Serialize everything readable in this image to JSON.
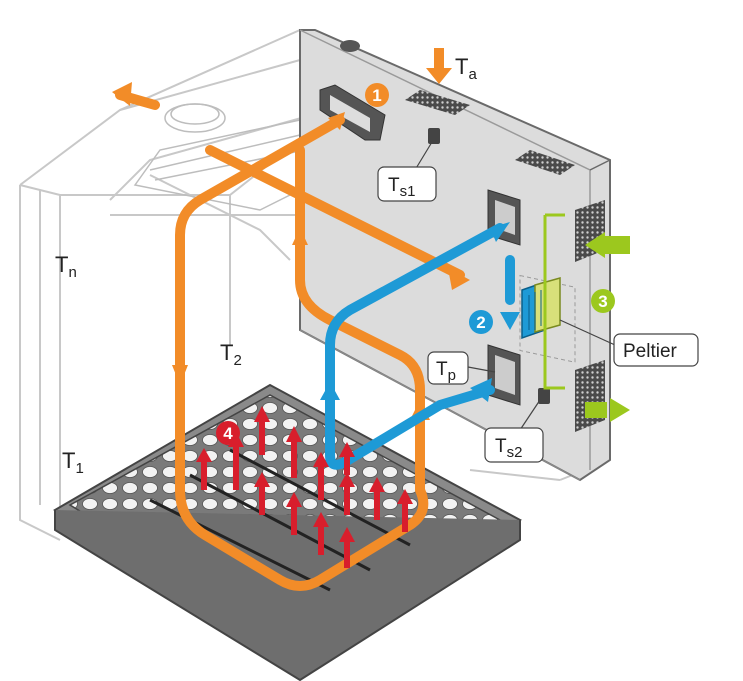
{
  "labels": {
    "ta_main": "T",
    "ta_sub": "a",
    "tn_main": "T",
    "tn_sub": "n",
    "t2_main": "T",
    "t2_sub": "2",
    "t1_main": "T",
    "t1_sub": "1",
    "ts1_main": "T",
    "ts1_sub": "s1",
    "ts2_main": "T",
    "ts2_sub": "s2",
    "tp_main": "T",
    "tp_sub": "p",
    "peltier": "Peltier"
  },
  "badges": {
    "one": "1",
    "two": "2",
    "three": "3",
    "four": "4"
  },
  "colors": {
    "orange": "#f28c28",
    "blue": "#1e9ad6",
    "green": "#9cc81e",
    "red": "#d81e2c",
    "outline": "#c8c8c8",
    "dark_panel": "#d9d9d9",
    "floor": "#8a8a8a"
  }
}
